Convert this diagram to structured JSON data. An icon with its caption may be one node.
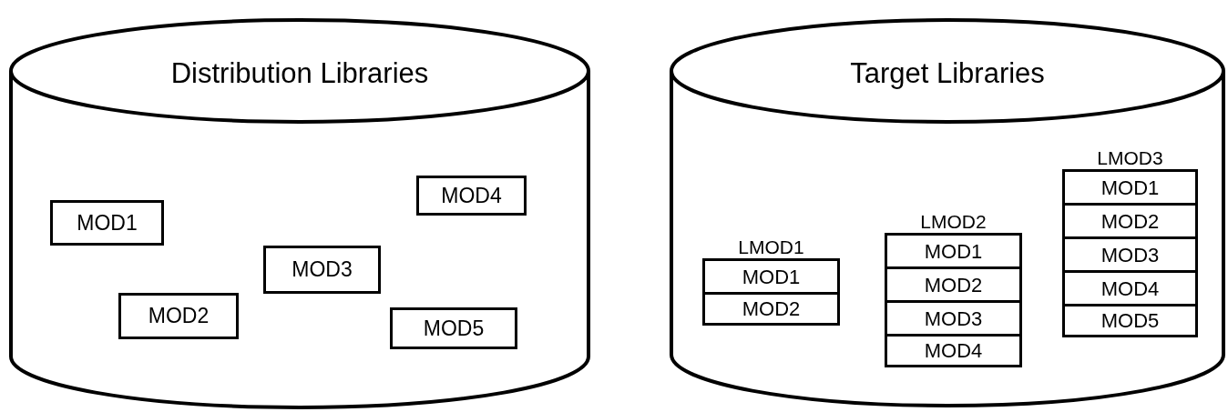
{
  "diagram": {
    "nodes": [
      {
        "text": [
          "Distribution Libraries"
        ]
      },
      {
        "text": [
          "MOD4"
        ],
        "in": 0
      },
      {
        "text": [
          "MOD1"
        ],
        "in": 0
      },
      {
        "text": [
          "MOD3"
        ],
        "in": 0
      },
      {
        "text": [
          "MOD2"
        ],
        "in": 0
      },
      {
        "text": [
          "MOD5"
        ],
        "in": 0
      },
      {
        "text": [
          "Target Libraries"
        ]
      },
      {
        "text": [
          "LMOD3"
        ],
        "in": 6
      },
      {
        "text": [
          "MOD1"
        ],
        "in": 7
      },
      {
        "text": [
          "MOD2"
        ],
        "in": 7
      },
      {
        "text": [
          "MOD3"
        ],
        "in": 7
      },
      {
        "text": [
          "MOD4"
        ],
        "in": 7
      },
      {
        "text": [
          "MOD5"
        ],
        "in": 7
      },
      {
        "text": [
          "LMOD2"
        ],
        "in": 6
      },
      {
        "text": [
          "MOD1"
        ],
        "in": 13
      },
      {
        "text": [
          "MOD2"
        ],
        "in": 13
      },
      {
        "text": [
          "MOD3"
        ],
        "in": 13
      },
      {
        "text": [
          "MOD4"
        ],
        "in": 13
      },
      {
        "text": [
          "LMOD1"
        ],
        "in": 6
      },
      {
        "text": [
          "MOD1"
        ],
        "in": 18
      },
      {
        "text": [
          "MOD2"
        ],
        "in": 18
      }
    ],
    "edges": []
  }
}
